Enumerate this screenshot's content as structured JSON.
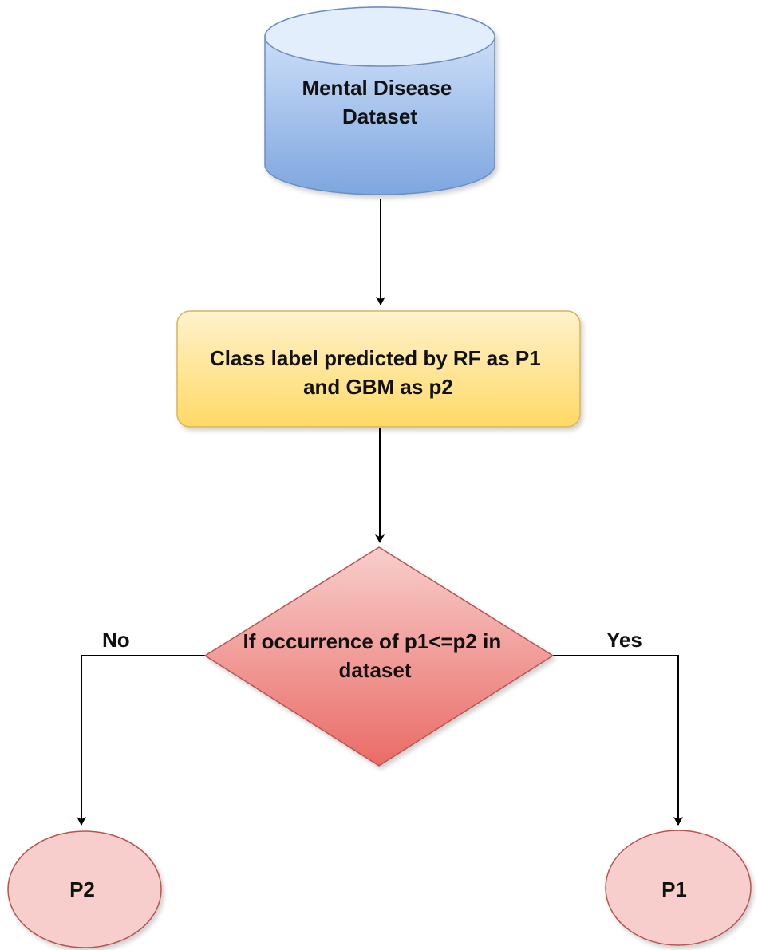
{
  "nodes": {
    "dataset": {
      "shape": "cylinder",
      "lines": [
        "Mental Disease",
        "Dataset"
      ],
      "fill_top": "#dae8fc",
      "fill_bottom": "#7ea6e0",
      "stroke": "#6c8ebf"
    },
    "prediction": {
      "shape": "rounded-rectangle",
      "lines": [
        "Class label predicted by RF as P1",
        "and GBM as p2"
      ],
      "fill_top": "#fff2cc",
      "fill_bottom": "#ffd966",
      "stroke": "#d6b656"
    },
    "decision": {
      "shape": "diamond",
      "lines": [
        "If occurrence of p1<=p2 in",
        "dataset"
      ],
      "fill_top": "#f8cecc",
      "fill_bottom": "#ea6b66",
      "stroke": "#b85450"
    },
    "p2": {
      "shape": "ellipse",
      "label": "P2",
      "fill": "#f8cecc",
      "stroke": "#b85450"
    },
    "p1": {
      "shape": "ellipse",
      "label": "P1",
      "fill": "#f8cecc",
      "stroke": "#b85450"
    }
  },
  "edges": {
    "no_label": "No",
    "yes_label": "Yes"
  }
}
